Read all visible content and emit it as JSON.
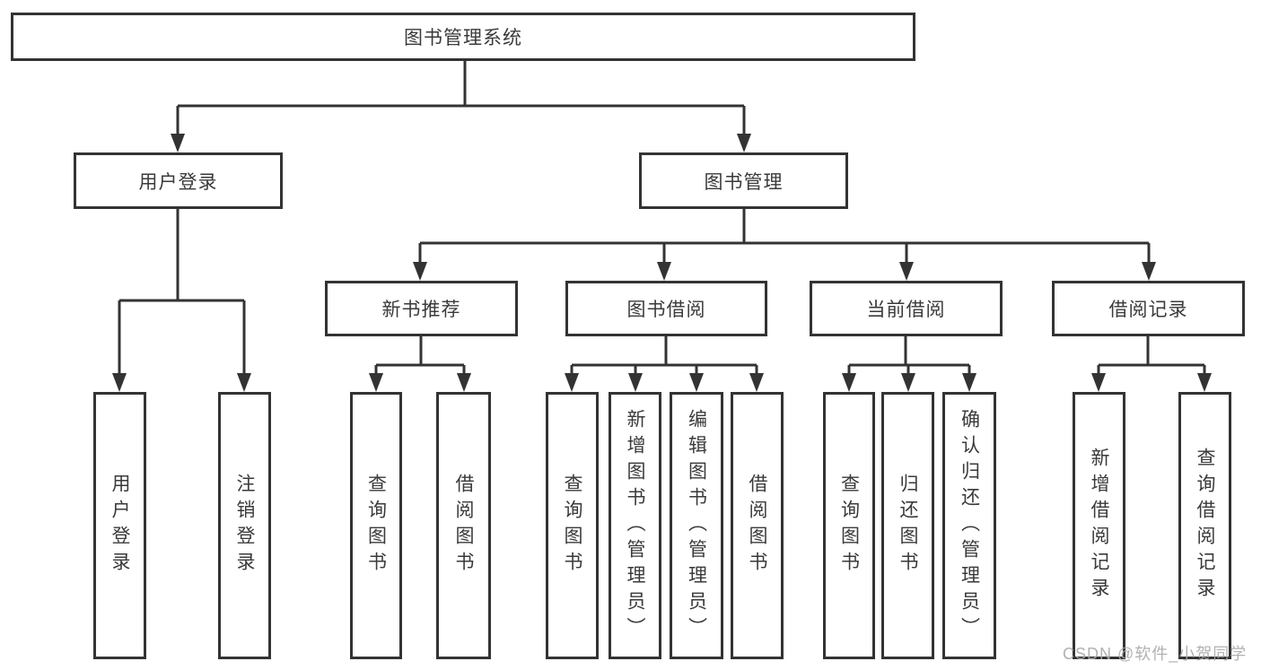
{
  "tree": {
    "label": "图书管理系统",
    "children": [
      {
        "label": "用户登录",
        "children": [
          {
            "label": "用户登录"
          },
          {
            "label": "注销登录"
          }
        ]
      },
      {
        "label": "图书管理",
        "children": [
          {
            "label": "新书推荐",
            "children": [
              {
                "label": "查询图书"
              },
              {
                "label": "借阅图书"
              }
            ]
          },
          {
            "label": "图书借阅",
            "children": [
              {
                "label": "查询图书"
              },
              {
                "label": "新增图书（管理员）"
              },
              {
                "label": "编辑图书（管理员）"
              },
              {
                "label": "借阅图书"
              }
            ]
          },
          {
            "label": "当前借阅",
            "children": [
              {
                "label": "查询图书"
              },
              {
                "label": "归还图书"
              },
              {
                "label": "确认归还（管理员）"
              }
            ]
          },
          {
            "label": "借阅记录",
            "children": [
              {
                "label": "新增借阅记录"
              },
              {
                "label": "查询借阅记录"
              }
            ]
          }
        ]
      }
    ]
  },
  "watermark": {
    "text": "CSDN @软件_小贺同学"
  },
  "colors": {
    "line": "#333333",
    "box_border": "#333333",
    "box_background": "#ffffff",
    "text": "#3a3a3a",
    "watermark": "#a8a8a8"
  }
}
